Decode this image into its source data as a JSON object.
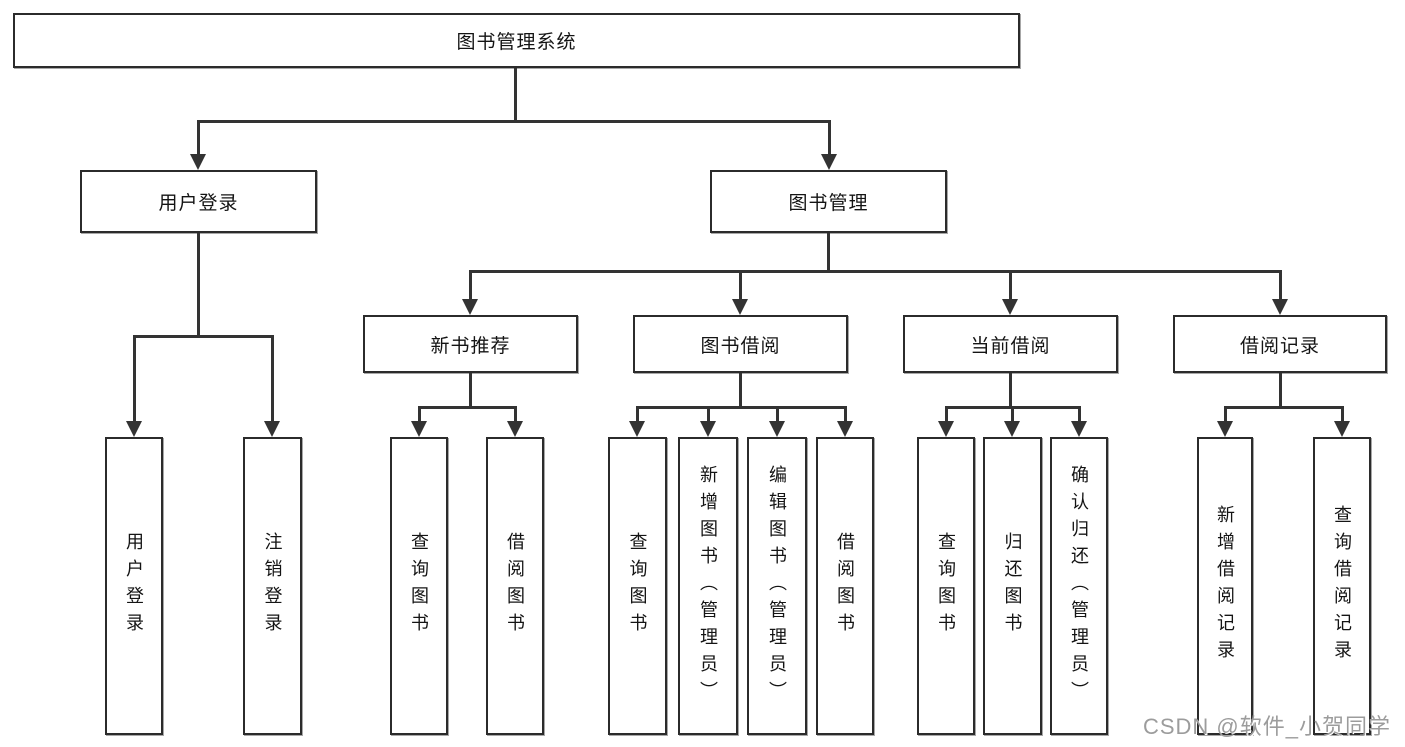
{
  "diagram": {
    "root": {
      "label": "图书管理系统"
    },
    "branches": [
      {
        "label": "用户登录",
        "children": [
          {
            "label": "用户登录"
          },
          {
            "label": "注销登录"
          }
        ]
      },
      {
        "label": "图书管理",
        "children": [
          {
            "label": "新书推荐",
            "children": [
              {
                "label": "查询图书"
              },
              {
                "label": "借阅图书"
              }
            ]
          },
          {
            "label": "图书借阅",
            "children": [
              {
                "label": "查询图书"
              },
              {
                "label": "新增图书（管理员）"
              },
              {
                "label": "编辑图书（管理员）"
              },
              {
                "label": "借阅图书"
              }
            ]
          },
          {
            "label": "当前借阅",
            "children": [
              {
                "label": "查询图书"
              },
              {
                "label": "归还图书"
              },
              {
                "label": "确认归还（管理员）"
              }
            ]
          },
          {
            "label": "借阅记录",
            "children": [
              {
                "label": "新增借阅记录"
              },
              {
                "label": "查询借阅记录"
              }
            ]
          }
        ]
      }
    ]
  },
  "watermark": {
    "text": "CSDN @软件_小贺同学"
  },
  "colors": {
    "line": "#333333",
    "box_border": "#2b2b2b",
    "text": "#141414",
    "background": "#ffffff",
    "watermark": "#9c9c9c"
  }
}
